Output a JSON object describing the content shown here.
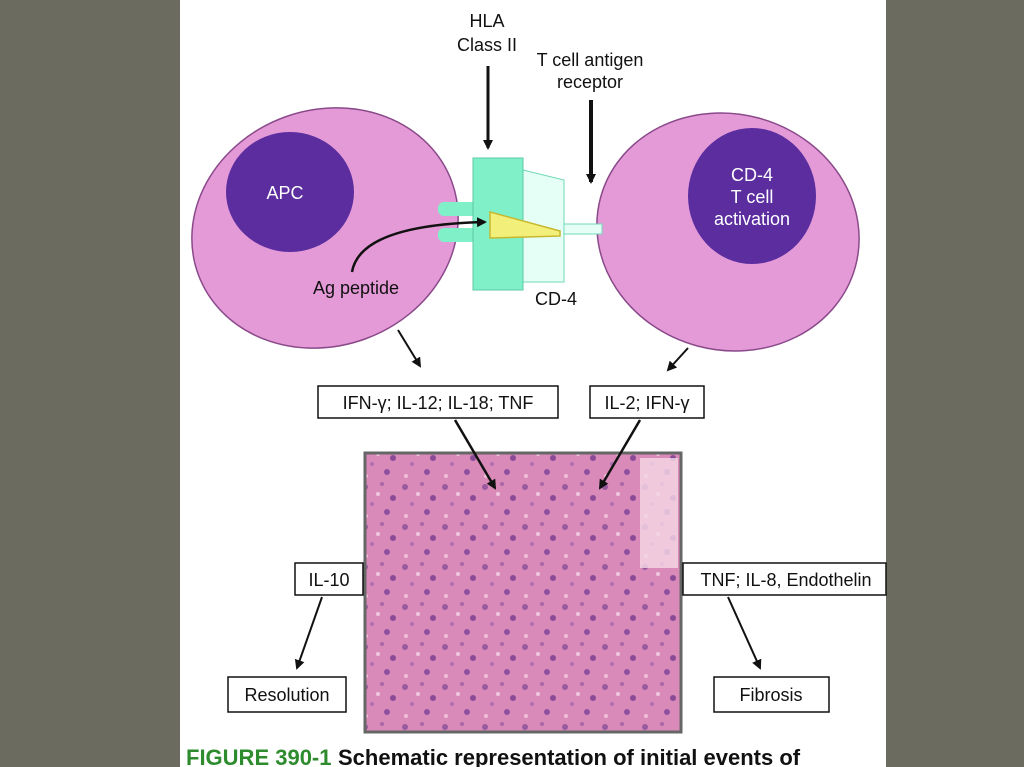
{
  "labels": {
    "hla": [
      "HLA",
      "Class II"
    ],
    "tcr": [
      "T cell antigen",
      "receptor"
    ],
    "apc": "APC",
    "cd4_cell": [
      "CD-4",
      "T cell",
      "activation"
    ],
    "ag_peptide": "Ag peptide",
    "cd4": "CD-4",
    "apc_cytokines": "IFN-γ; IL-12; IL-18; TNF",
    "t_cytokines": "IL-2; IFN-γ",
    "il10": "IL-10",
    "fibrotic_cytokines": "TNF; IL-8, Endothelin",
    "resolution": "Resolution",
    "fibrosis": "Fibrosis"
  },
  "caption": {
    "figure": "FIGURE 390-1",
    "text": "Schematic representation of initial events of"
  },
  "colors": {
    "cell": "#e59ad8",
    "nucleus": "#5b2d9e",
    "hla": "#7ff0c8",
    "peptide": "#f2f07a",
    "figure_label": "#2e8b2e"
  }
}
